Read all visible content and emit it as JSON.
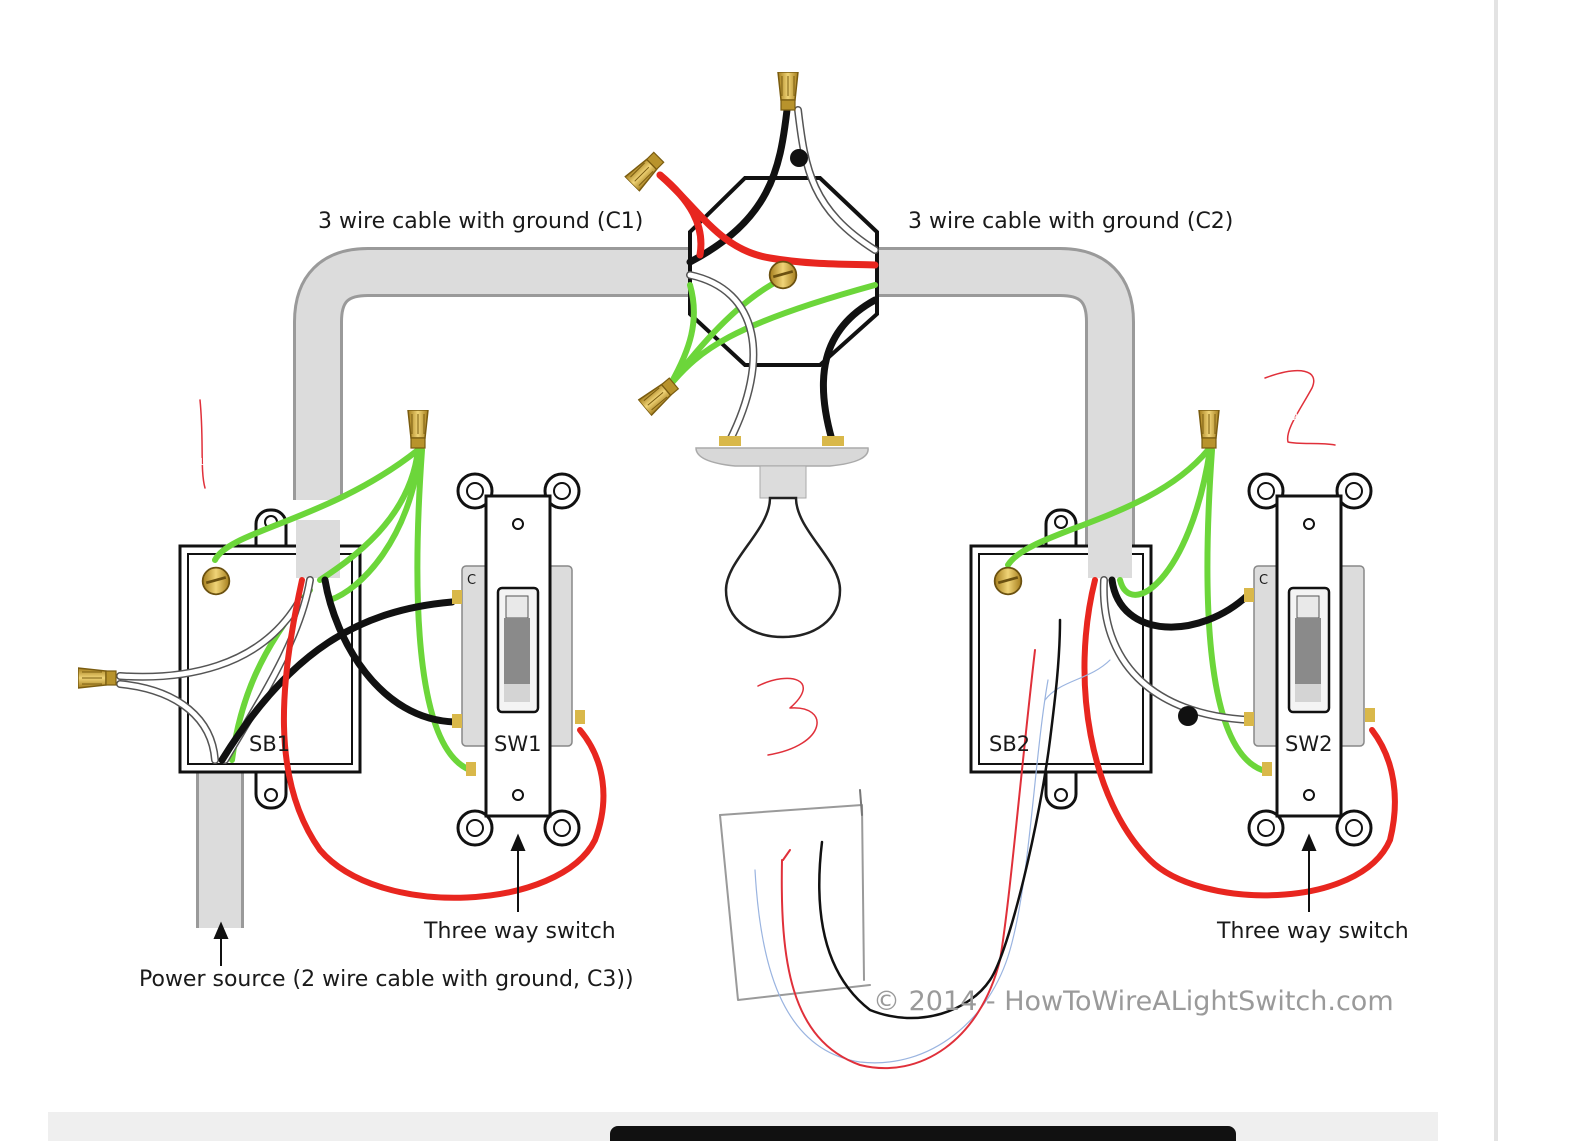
{
  "labels": {
    "cable_c1": "3 wire cable with ground (C1)",
    "cable_c2": "3 wire cable with ground (C2)",
    "sb1": "SB1",
    "sb2": "SB2",
    "sw1": "SW1",
    "sw2": "SW2",
    "terminal_c": "C",
    "three_way_left": "Three way switch",
    "three_way_right": "Three way switch",
    "power_source": "Power source (2 wire cable with ground, C3))",
    "watermark": "© 2014 - HowToWireALightSwitch.com"
  },
  "annotations": {
    "mark_1": "1",
    "mark_2": "2",
    "mark_3": "3"
  },
  "colors": {
    "hot": "#e8261f",
    "black": "#111111",
    "ground": "#6cd63a",
    "neutral": "#ffffff",
    "conduit": "#cfcfcf",
    "wirenut": "#d9b84a",
    "annotation": "#e0303a"
  }
}
